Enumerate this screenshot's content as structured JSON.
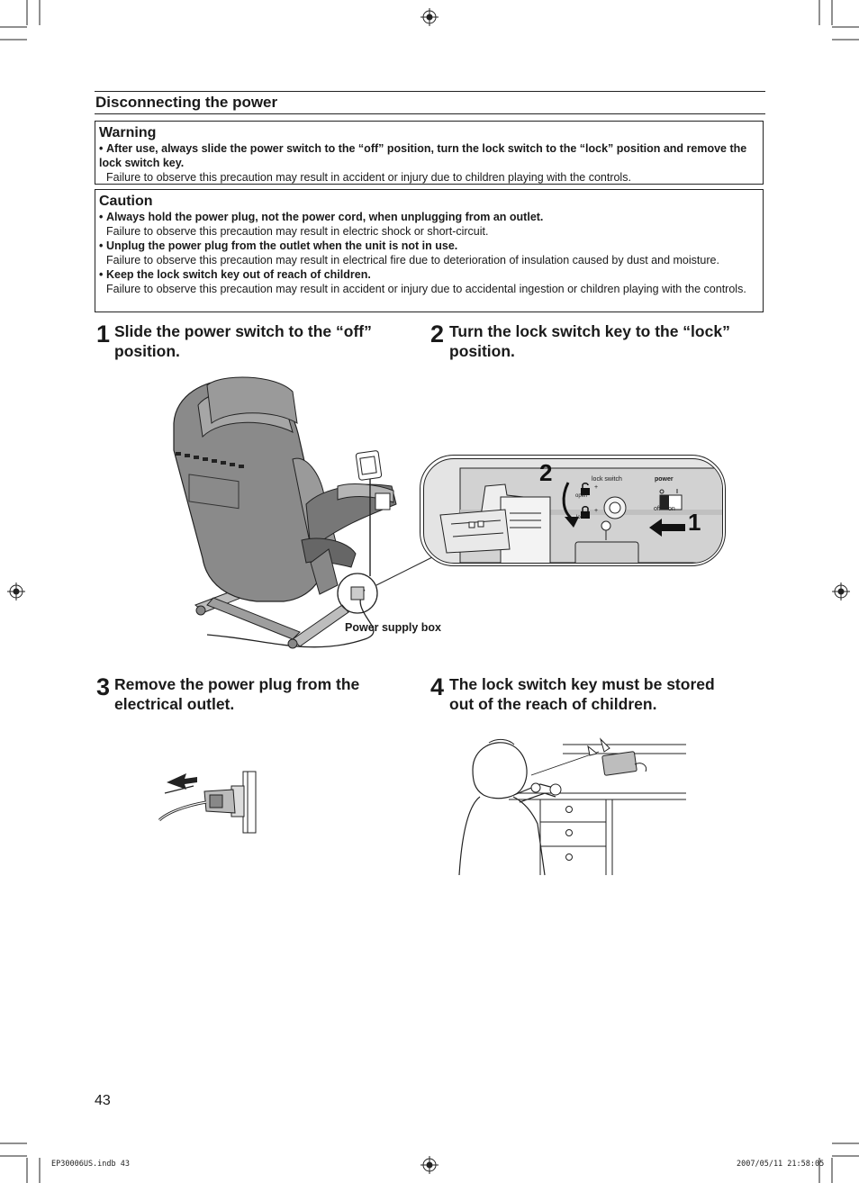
{
  "section": {
    "title": "Disconnecting the power"
  },
  "warning": {
    "heading": "Warning",
    "items": [
      {
        "bullet": "•",
        "bold": "After use, always slide the power switch to the “off” position, turn the lock switch to the “lock” position and remove the lock switch key.",
        "text": "Failure to observe this precaution may result in accident or injury due to children playing with the controls."
      }
    ]
  },
  "caution": {
    "heading": "Caution",
    "items": [
      {
        "bullet": "•",
        "bold": "Always hold the power plug, not the power cord, when unplugging from an outlet.",
        "text": "Failure to observe this precaution may result in electric shock or short-circuit."
      },
      {
        "bullet": "•",
        "bold": "Unplug the power plug from the outlet when the unit is not in use.",
        "text": "Failure to observe this precaution may result in electrical fire due to deterioration of insulation caused by dust and moisture."
      },
      {
        "bullet": "•",
        "bold": "Keep the lock switch key out of reach of children.",
        "text": "Failure to observe this precaution may result in accident or injury due to accidental ingestion or children playing with the controls."
      }
    ]
  },
  "steps": [
    {
      "num": "1",
      "line1": "Slide the power switch to the “off”",
      "line2": "position."
    },
    {
      "num": "2",
      "line1": "Turn the lock switch key to the “lock”",
      "line2": "position."
    },
    {
      "num": "3",
      "line1": "Remove the power plug from the",
      "line2": "electrical outlet."
    },
    {
      "num": "4",
      "line1": "The lock switch key must be stored",
      "line2": "out of the reach of children."
    }
  ],
  "figure1": {
    "callout_label": "Power supply box",
    "detail": {
      "big_num_2": "2",
      "big_num_1": "1",
      "lock_switch_label": "lock switch",
      "open_label": "open",
      "lock_label": "lock",
      "power_label": "power",
      "off_label": "off",
      "on_label": "on",
      "plus_sign": "+"
    }
  },
  "page": {
    "number": "43"
  },
  "footer": {
    "left": "EP30006US.indb   43",
    "right": "2007/05/11   21:58:05"
  },
  "icons": [
    "registration-mark-icon",
    "crop-mark-icon",
    "arrow-left-icon",
    "arrow-down-icon",
    "lock-icon",
    "unlock-icon"
  ]
}
